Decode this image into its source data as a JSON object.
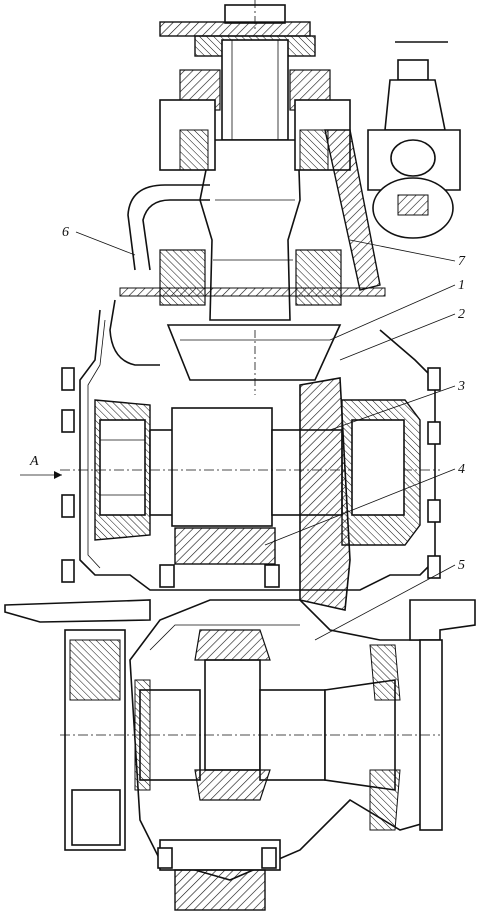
{
  "callouts": {
    "l1": "1",
    "l2": "2",
    "l3": "3",
    "l4": "4",
    "l5": "5",
    "l6": "6",
    "l7": "7",
    "view": "A"
  },
  "colors": {
    "ink": "#111111",
    "paper": "#ffffff"
  }
}
